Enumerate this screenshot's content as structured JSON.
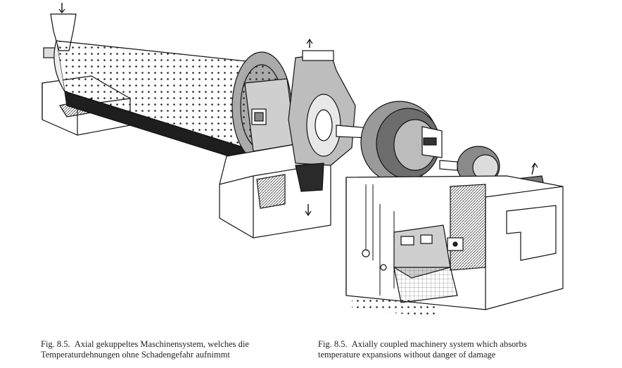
{
  "figure": {
    "label": "Fig. 8.5.",
    "caption_de": {
      "line1": "Axial gekuppeltes Maschinensystem, welches die",
      "line2": "Temperaturdehnungen ohne Schadengefahr aufnimmt"
    },
    "caption_en": {
      "line1": "Axially coupled machinery system which absorbs",
      "line2": "temperature expansions without danger of damage"
    }
  }
}
